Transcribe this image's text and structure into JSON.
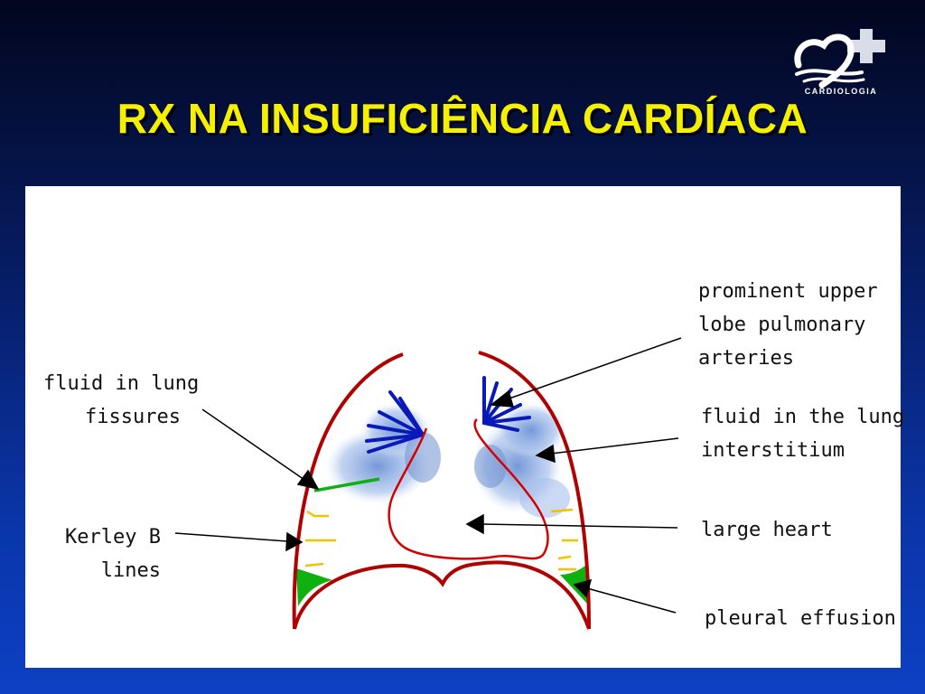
{
  "slide": {
    "title": "RX NA INSUFICIÊNCIA CARDÍACA"
  },
  "logo": {
    "text": "CARDIOLOGIA",
    "icon": "heart-cross-logo-icon"
  },
  "diagram": {
    "labels": {
      "prominent_upper": [
        "prominent upper",
        "lobe pulmonary",
        "arteries"
      ],
      "fluid_interstitium": [
        "fluid in the lung",
        "interstitium"
      ],
      "large_heart": [
        "large heart"
      ],
      "pleural_effusion": [
        "pleural effusion"
      ],
      "fluid_fissures": [
        "fluid in lung",
        "fissures"
      ],
      "kerley_b": [
        "Kerley B",
        "lines"
      ]
    },
    "colors": {
      "outline": "#b00000",
      "vessels": "#0a1ab8",
      "edema": "#7fa6df",
      "fissure": "#10b010",
      "kerley": "#f2c200",
      "effusion": "#10b010",
      "title": "#f5f000"
    }
  }
}
